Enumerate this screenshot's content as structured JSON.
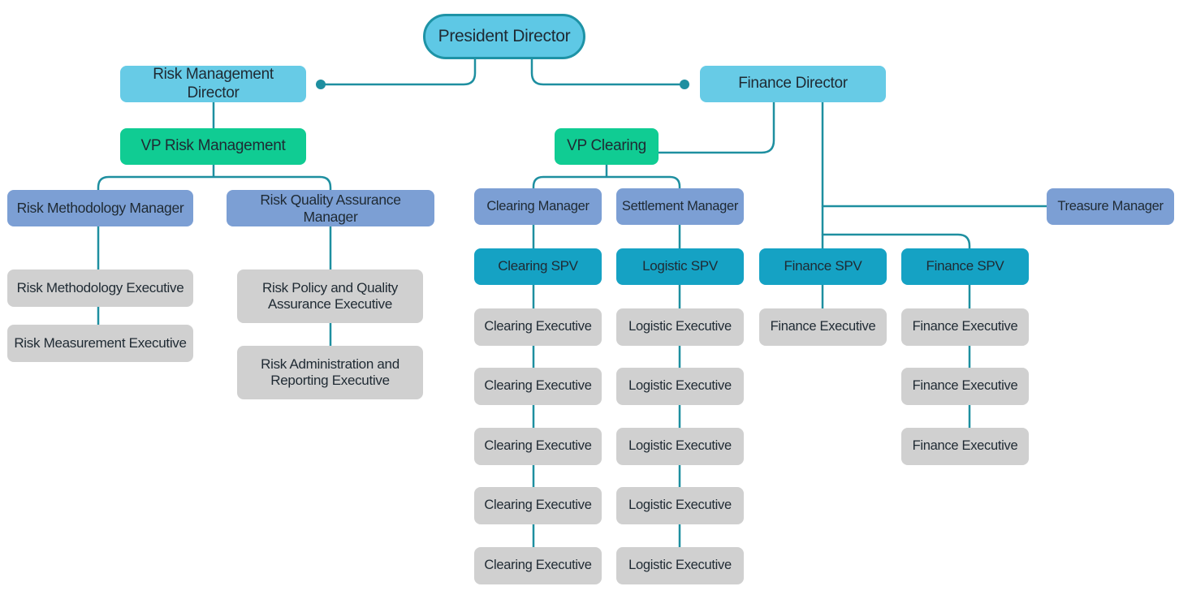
{
  "chart": {
    "president": "President Director",
    "risk_director": "Risk Management Director",
    "finance_director": "Finance Director",
    "vp_risk": "VP Risk Management",
    "vp_clearing": "VP Clearing",
    "risk_methodology_manager": "Risk Methodology Manager",
    "risk_qa_manager": "Risk Quality Assurance Manager",
    "risk_methodology_exec": "Risk Methodology Executive",
    "risk_measurement_exec": "Risk Measurement Executive",
    "risk_policy_exec": "Risk Policy and Quality Assurance Executive",
    "risk_admin_exec": "Risk Administration and Reporting Executive",
    "clearing_manager": "Clearing Manager",
    "settlement_manager": "Settlement Manager",
    "treasure_manager": "Treasure Manager",
    "clearing_spv": "Clearing SPV",
    "logistic_spv": "Logistic SPV",
    "finance_spv_1": "Finance SPV",
    "finance_spv_2": "Finance SPV",
    "clearing_execs": [
      "Clearing Executive",
      "Clearing Executive",
      "Clearing Executive",
      "Clearing Executive",
      "Clearing Executive"
    ],
    "logistic_execs": [
      "Logistic Executive",
      "Logistic Executive",
      "Logistic Executive",
      "Logistic Executive",
      "Logistic Executive"
    ],
    "finance_exec_1": "Finance Executive",
    "finance_execs_2": [
      "Finance Executive",
      "Finance Executive",
      "Finance Executive"
    ]
  },
  "colors": {
    "connector": "#1e8fa0",
    "root": "#5ec8e5",
    "director": "#67cbe6",
    "vp": "#10cc93",
    "manager": "#7c9fd4",
    "spv": "#15a2c4",
    "executive": "#d0d0d0"
  }
}
